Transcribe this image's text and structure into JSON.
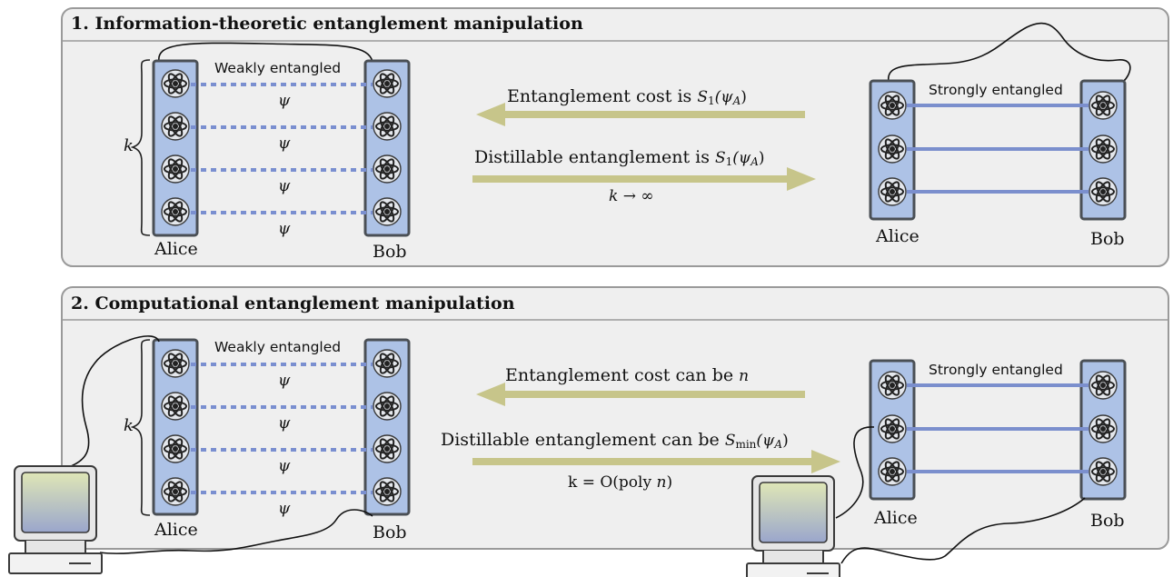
{
  "panels": [
    {
      "title": "1. Information-theoretic entanglement manipulation",
      "weak_label": "Weakly entangled",
      "strong_label": "Strongly entangled",
      "psi": "ψ",
      "k": "k",
      "alice": "Alice",
      "bob": "Bob",
      "cost_text": "Entanglement cost is ",
      "cost_math": {
        "base": "S",
        "sub": "1",
        "arg": "(ψ",
        "argsub": "A",
        "close": ")"
      },
      "distill_text": "Distillable entanglement is ",
      "distill_math": {
        "base": "S",
        "sub": "1",
        "arg": "(ψ",
        "argsub": "A",
        "close": ")"
      },
      "limit": "k → ∞"
    },
    {
      "title": "2. Computational entanglement manipulation",
      "weak_label": "Weakly entangled",
      "strong_label": "Strongly entangled",
      "psi": "ψ",
      "k": "k",
      "alice": "Alice",
      "bob": "Bob",
      "cost_text": "Entanglement cost can be ",
      "cost_var": "n",
      "distill_text": "Distillable entanglement can be ",
      "distill_math": {
        "base": "S",
        "sub": "min",
        "arg": "(ψ",
        "argsub": "A",
        "close": ")"
      },
      "limit_pre": "k = O(poly ",
      "limit_var": "n",
      "limit_post": ")"
    }
  ],
  "colors": {
    "panel_fill": "#efefef",
    "panel_stroke": "#9a9a9a",
    "bar_fill": "#adc2e6",
    "bar_stroke": "#4a4f55",
    "weak_link": "#7a8fd0",
    "strong_link": "#7b8fcd",
    "arrow": "#c7c58a",
    "screen_top": "#dfe6b6",
    "screen_bottom": "#9aa6cc"
  },
  "icons": [
    "atom-icon",
    "computer-icon"
  ]
}
